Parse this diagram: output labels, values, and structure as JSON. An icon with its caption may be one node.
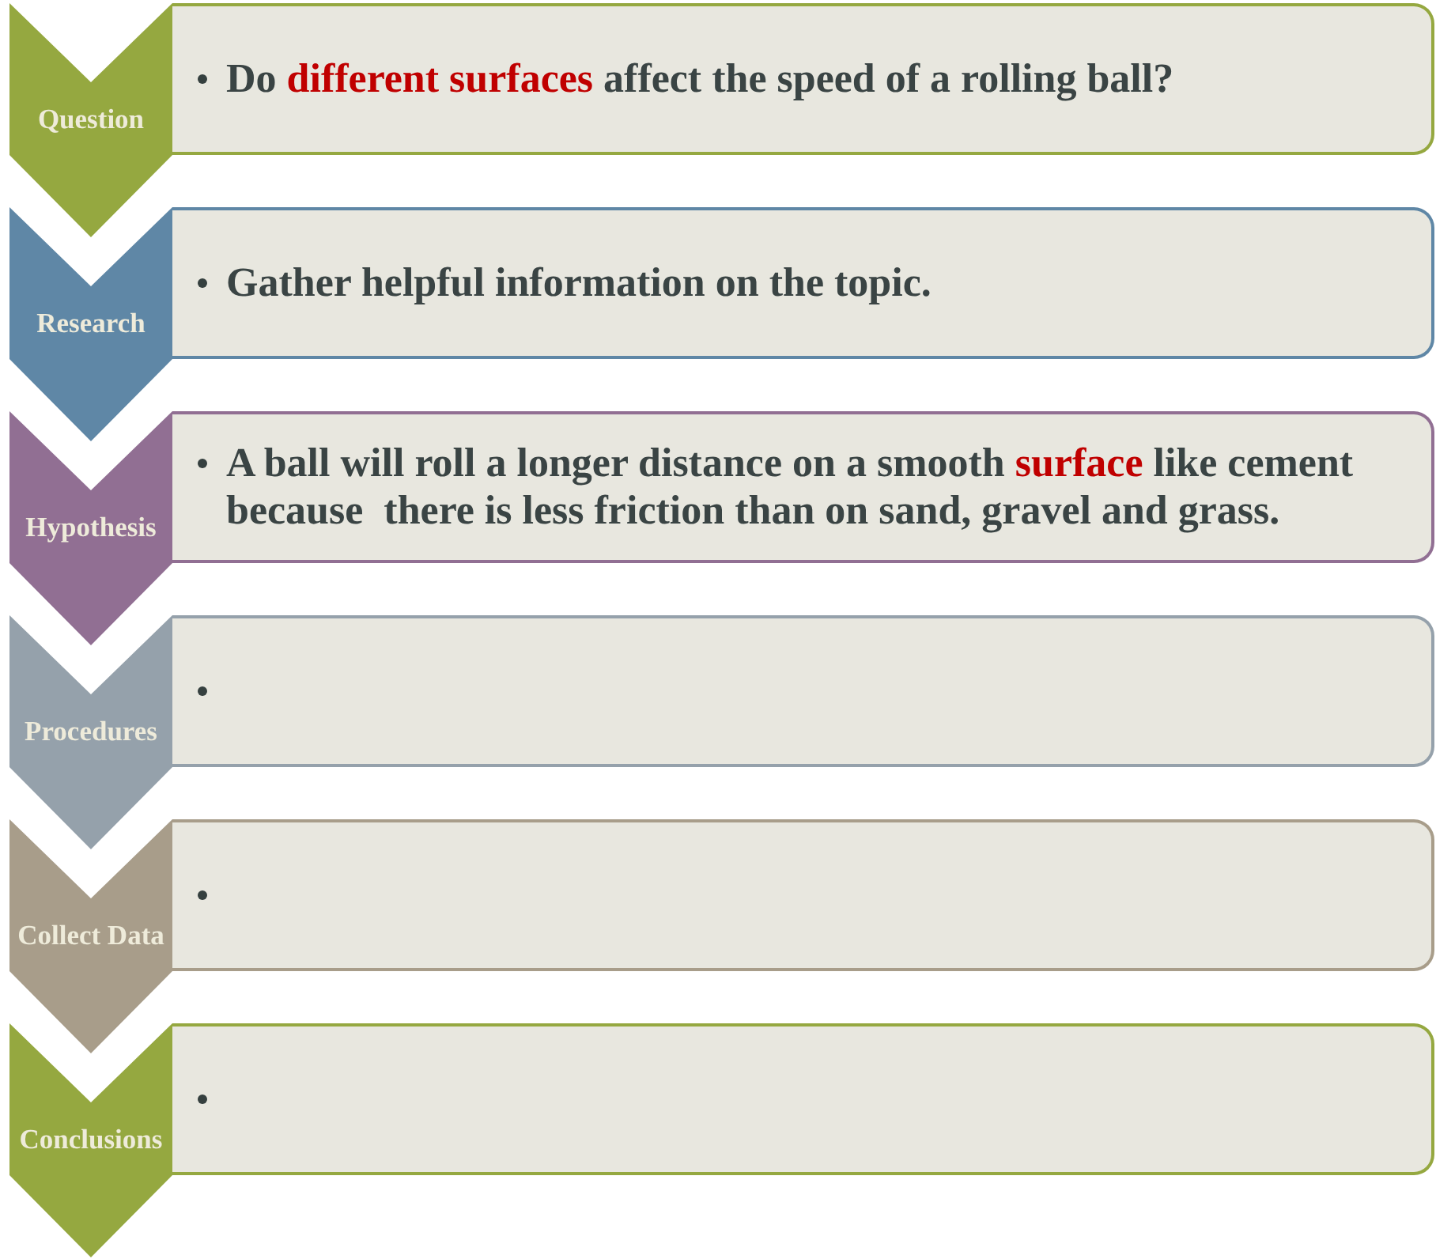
{
  "diagram": {
    "nodes": [
      {
        "text": [
          "Question"
        ]
      },
      {
        "text": [
          "Do **different surfaces** affect the speed of a rolling ball?"
        ]
      },
      {
        "text": [
          "Research"
        ]
      },
      {
        "text": [
          "Gather helpful information on the topic."
        ]
      },
      {
        "text": [
          "Hypothesis"
        ]
      },
      {
        "text": [
          "A ball will roll a longer distance on a smooth **surface** like cement because  there is less friction than on sand, gravel and grass."
        ]
      },
      {
        "text": [
          "Procedures"
        ]
      },
      {
        "text": [],
        "shape": "box"
      },
      {
        "text": [
          "Collect Data"
        ]
      },
      {
        "text": [],
        "shape": "box"
      },
      {
        "text": [
          "Conclusions"
        ]
      },
      {
        "text": [],
        "shape": "box"
      }
    ]
  }
}
